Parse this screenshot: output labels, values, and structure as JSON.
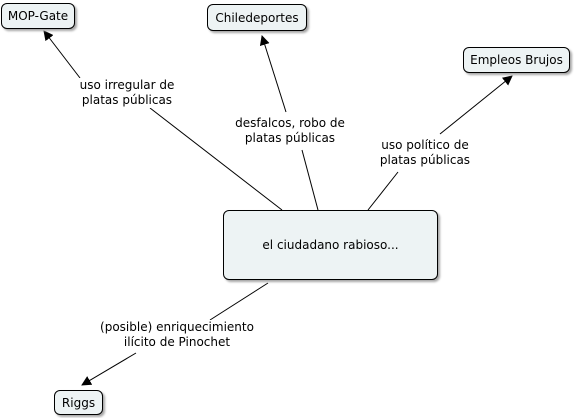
{
  "nodes": {
    "center": "el ciudadano rabioso...",
    "mop_gate": "MOP-Gate",
    "chiledeportes": "Chiledeportes",
    "empleos_brujos": "Empleos Brujos",
    "riggs": "Riggs"
  },
  "links": {
    "mop_gate": [
      "uso irregular de",
      "platas públicas"
    ],
    "chiledeportes": [
      "desfalcos, robo de",
      "platas públicas"
    ],
    "empleos_brujos": [
      "uso político de",
      "platas públicas"
    ],
    "riggs": [
      "(posible) enriquecimiento",
      "ilícito de Pinochet"
    ]
  },
  "colors": {
    "node_fill": "#edf3f4",
    "node_border": "#000000",
    "line": "#000000"
  }
}
